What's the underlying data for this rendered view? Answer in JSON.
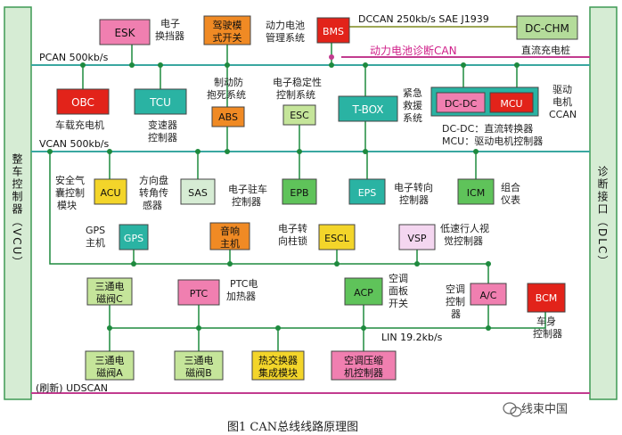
{
  "side_left": "整车控制器（VCU）",
  "side_right": "诊断接口（DLC）",
  "buses": {
    "pcan": "PCAN 500kb/s",
    "vcan": "VCAN 500kb/s",
    "dccan": "DCCAN 250kb/s SAE J1939",
    "bms_diag": "动力电池诊断CAN",
    "lin": "LIN 19.2kb/s",
    "uds": "(刷新) UDSCAN"
  },
  "boxes": {
    "esk": "ESK",
    "driving_switch_1": "驾驶模",
    "driving_switch_2": "式开关",
    "bms": "BMS",
    "dc_chm": "DC-CHM",
    "obc": "OBC",
    "tcu": "TCU",
    "abs": "ABS",
    "esc": "ESC",
    "tbox": "T-BOX",
    "dcdc": "DC-DC",
    "mcu": "MCU",
    "acu": "ACU",
    "sas": "SAS",
    "epb": "EPB",
    "eps": "EPS",
    "icm": "ICM",
    "gps": "GPS",
    "horn_1": "音响",
    "horn_2": "主机",
    "escl": "ESCL",
    "vsp": "VSP",
    "valve_c_1": "三通电",
    "valve_c_2": "磁阀C",
    "ptc": "PTC",
    "acp": "ACP",
    "ac": "A/C",
    "bcm": "BCM",
    "valve_a_1": "三通电",
    "valve_a_2": "磁阀A",
    "valve_b_1": "三通电",
    "valve_b_2": "磁阀B",
    "hx_1": "热交换器",
    "hx_2": "集成模块",
    "comp_1": "空调压缩",
    "comp_2": "机控制器"
  },
  "labels": {
    "esk_1": "电子",
    "esk_2": "换挡器",
    "bms_1": "动力电池",
    "bms_2": "管理系统",
    "dc_chm": "直流充电桩",
    "obc": "车载充电机",
    "tcu_1": "变速器",
    "tcu_2": "控制器",
    "abs_1": "制动防",
    "abs_2": "抱死系统",
    "esc_1": "电子稳定性",
    "esc_2": "控制系统",
    "tbox_1": "紧急",
    "tbox_2": "救援",
    "tbox_3": "系统",
    "mcu_1": "驱动",
    "mcu_2": "电机",
    "mcu_3": "CCAN",
    "dcdc_note": "DC-DC：直流转换器",
    "mcu_note": "MCU：驱动电机控制器",
    "acu_1": "安全气",
    "acu_2": "囊控制",
    "acu_3": "模块",
    "sas_1": "方向盘",
    "sas_2": "转角传",
    "sas_3": "感器",
    "epb_1": "电子驻车",
    "epb_2": "控制器",
    "eps_1": "电子转向",
    "eps_2": "控制器",
    "icm_1": "组合",
    "icm_2": "仪表",
    "gps_1": "GPS",
    "gps_2": "主机",
    "escl_1": "电子转",
    "escl_2": "向柱锁",
    "vsp_1": "低速行人视",
    "vsp_2": "觉控制器",
    "ptc_1": "PTC电",
    "ptc_2": "加热器",
    "acp_1": "空调",
    "acp_2": "面板",
    "acp_3": "开关",
    "ac_1": "空调",
    "ac_2": "控制",
    "ac_3": "器",
    "bcm_1": "车身",
    "bcm_2": "控制器"
  },
  "caption": "图1    CAN总线线路原理图",
  "watermark": "线束中国",
  "colors": {
    "bus_teal": "#3aa7a0",
    "bus_pink": "#c23b8f",
    "bus_olive": "#7f8a1e",
    "node_green": "#1e8a3e",
    "side_fill": "#d6ecd4",
    "side_stroke": "#3f9a55",
    "pink_box": "#f07fb0",
    "red_box": "#e2231a",
    "teal_box": "#2ab3a3",
    "orange_box": "#f08a24",
    "yellow_box": "#f3d52a",
    "light_green": "#b4dc9a",
    "green_box": "#5fc35a",
    "lilac_box": "#f4d6f0",
    "lime_box": "#c5e59a"
  }
}
